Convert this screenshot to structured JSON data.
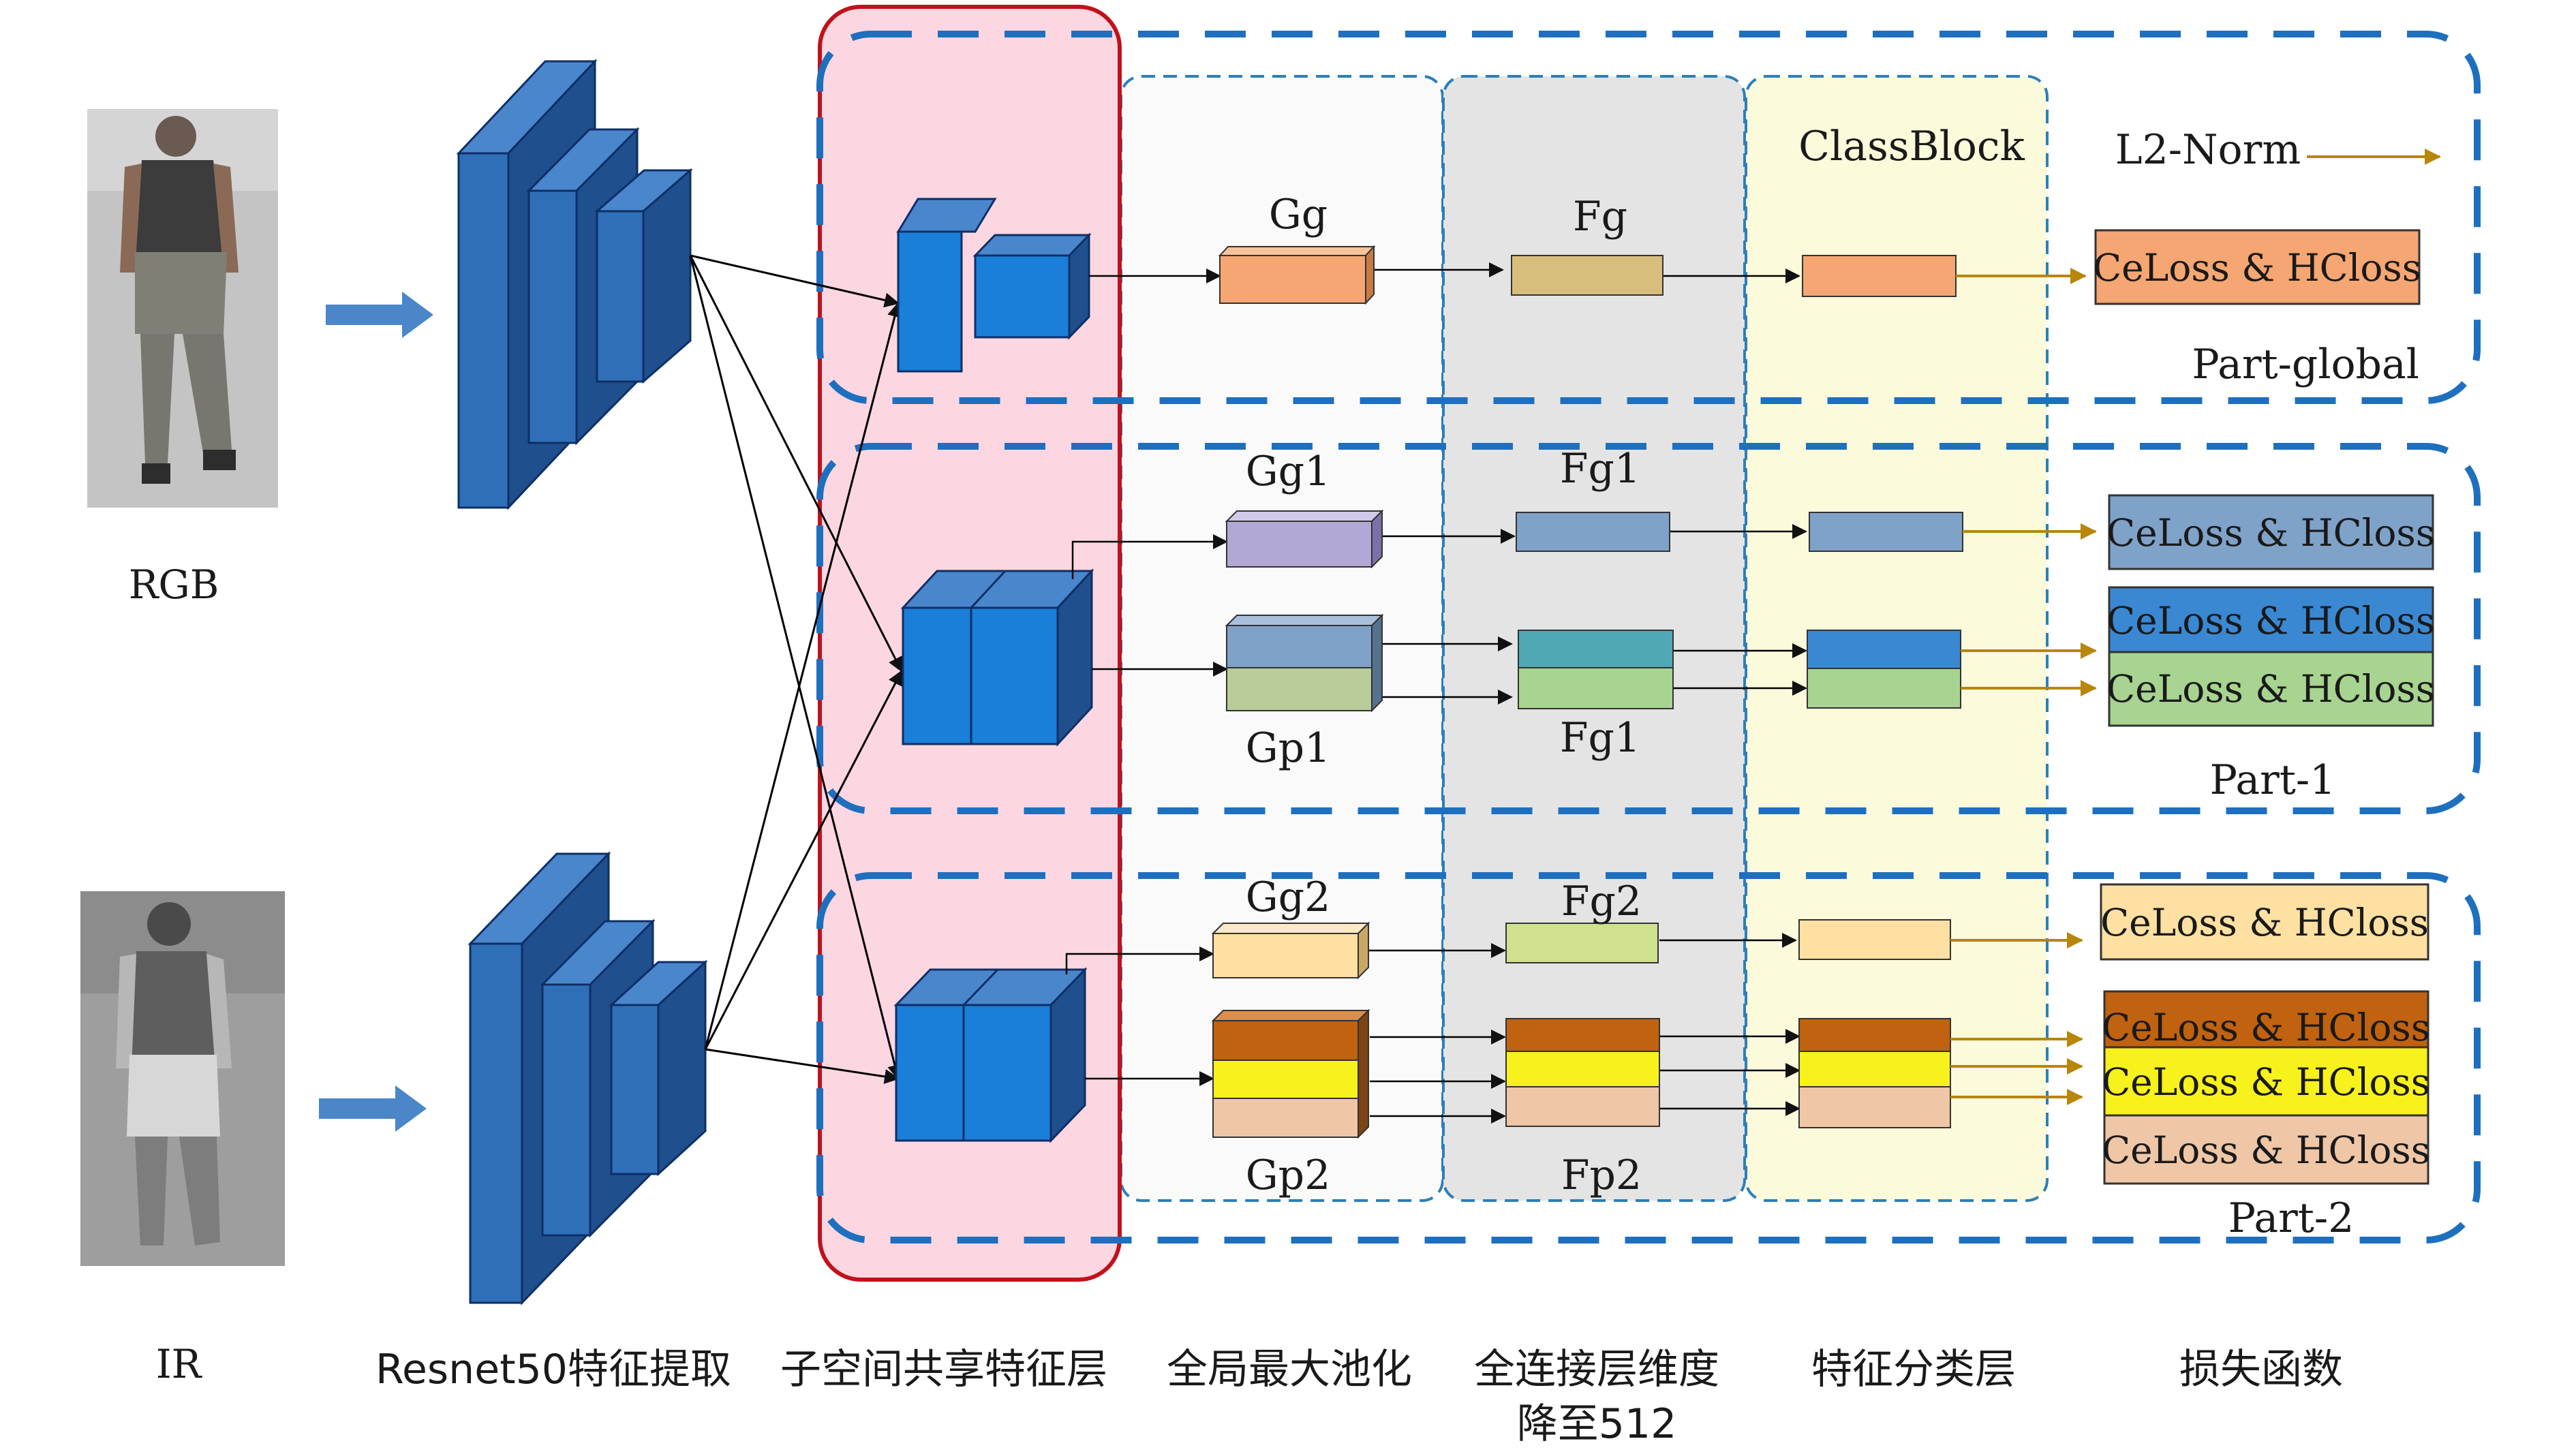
{
  "inputs": {
    "rgb_label": "RGB",
    "ir_label": "IR"
  },
  "stages": {
    "classblock": "ClassBlock",
    "l2norm": "L2-Norm",
    "bottom": [
      "Resnet50特征提取",
      "子空间共享特征层",
      "全局最大池化",
      "全连接层维度",
      "降至512",
      "特征分类层",
      "损失函数"
    ]
  },
  "branches": {
    "global": {
      "name": "Part-global",
      "pool": "Gg",
      "fc": "Fg"
    },
    "part1": {
      "name": "Part-1",
      "pool_top": "Gg1",
      "pool_bottom": "Gp1",
      "fc_top": "Fg1",
      "fc_bottom": "Fg1"
    },
    "part2": {
      "name": "Part-2",
      "pool_top": "Gg2",
      "pool_bottom": "Gp2",
      "fc_top": "Fg2",
      "fc_bottom": "Fp2"
    }
  },
  "loss_label": "CeLoss & HCloss",
  "colors": {
    "cnn_front": "#2f6fb8",
    "cnn_side": "#1f4f8c",
    "cnn_top": "#4a86cc",
    "shared_front": "#1a7fd8",
    "region_shared": "#fcd7e1",
    "region_shared_border": "#c0121b",
    "region_fc": "#e4e4e4",
    "region_cls": "#fbfbdc",
    "dashed_blue": "#1f6fbf",
    "orange": "#f5a673",
    "tan": "#d8be7c",
    "lavender": "#b3a7d6",
    "slate": "#7fa2c8",
    "teal": "#4fa9b5",
    "green": "#a7d490",
    "blue_mid": "#3a88d2",
    "peach": "#fde0a2",
    "khaki": "#cfe08f",
    "brown": "#c0620f",
    "yellow": "#f7f11c",
    "skin": "#efc6a6",
    "arrow_gold": "#b8860b"
  },
  "icons": [
    "person-photo-rgb",
    "person-photo-ir",
    "right-arrow-icon"
  ]
}
